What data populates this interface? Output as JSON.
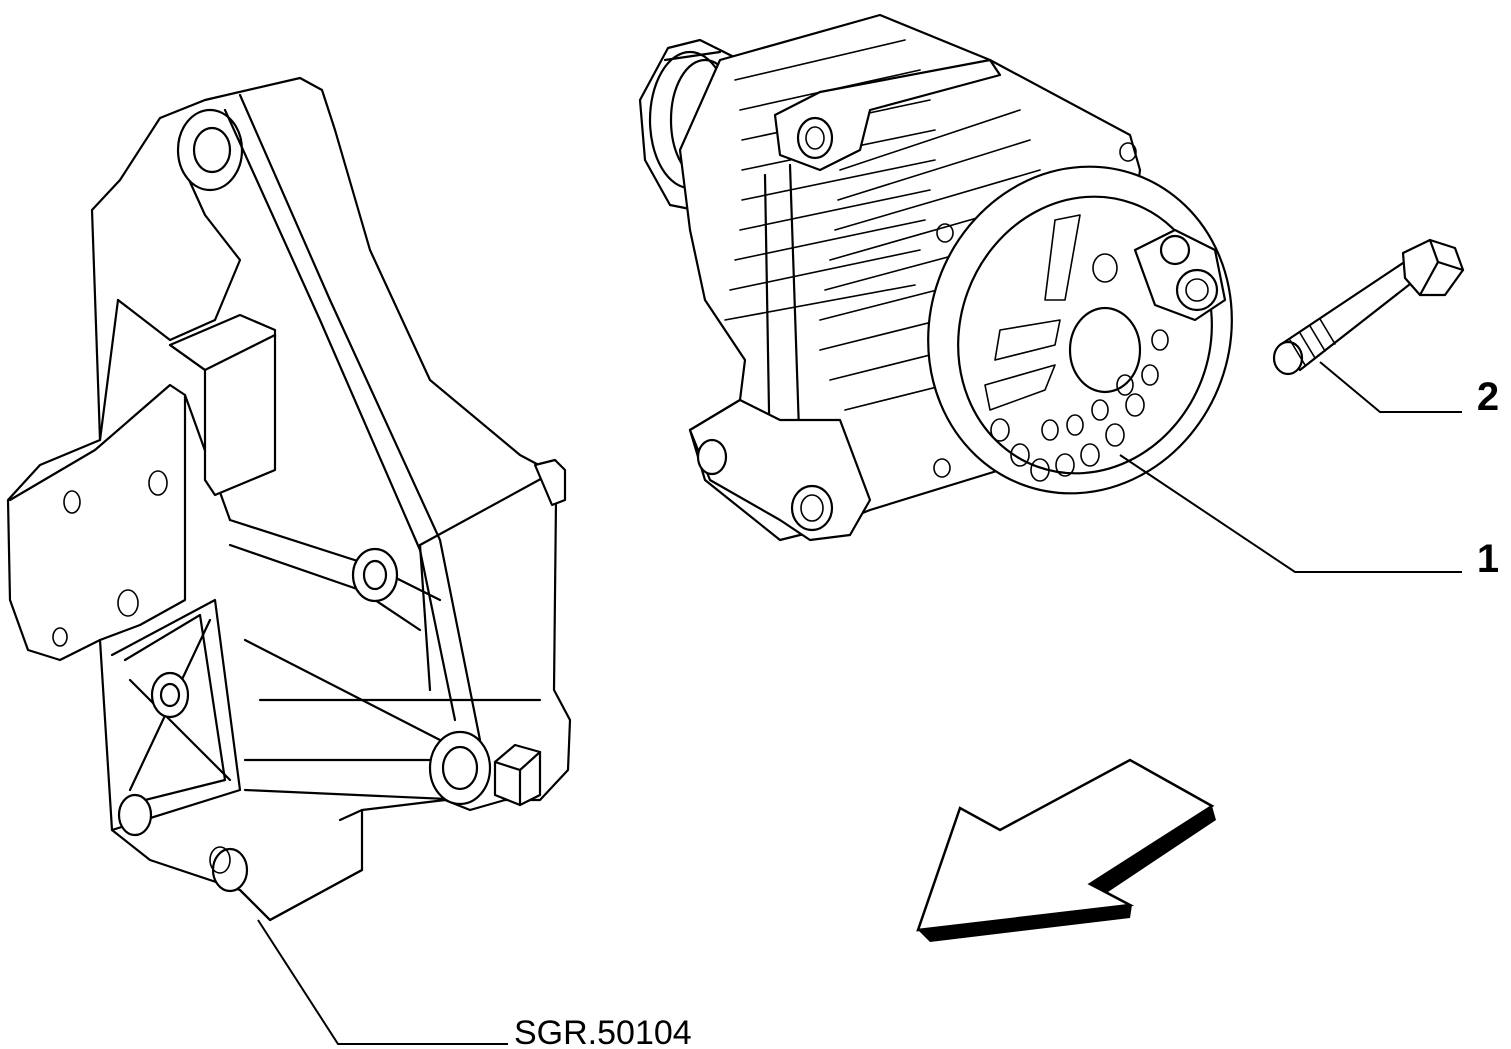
{
  "callouts": {
    "alternator": "1",
    "bolt": "2"
  },
  "reference_code": "SGR.50104",
  "icons": {
    "direction_arrow": "front-direction-arrow-icon"
  }
}
